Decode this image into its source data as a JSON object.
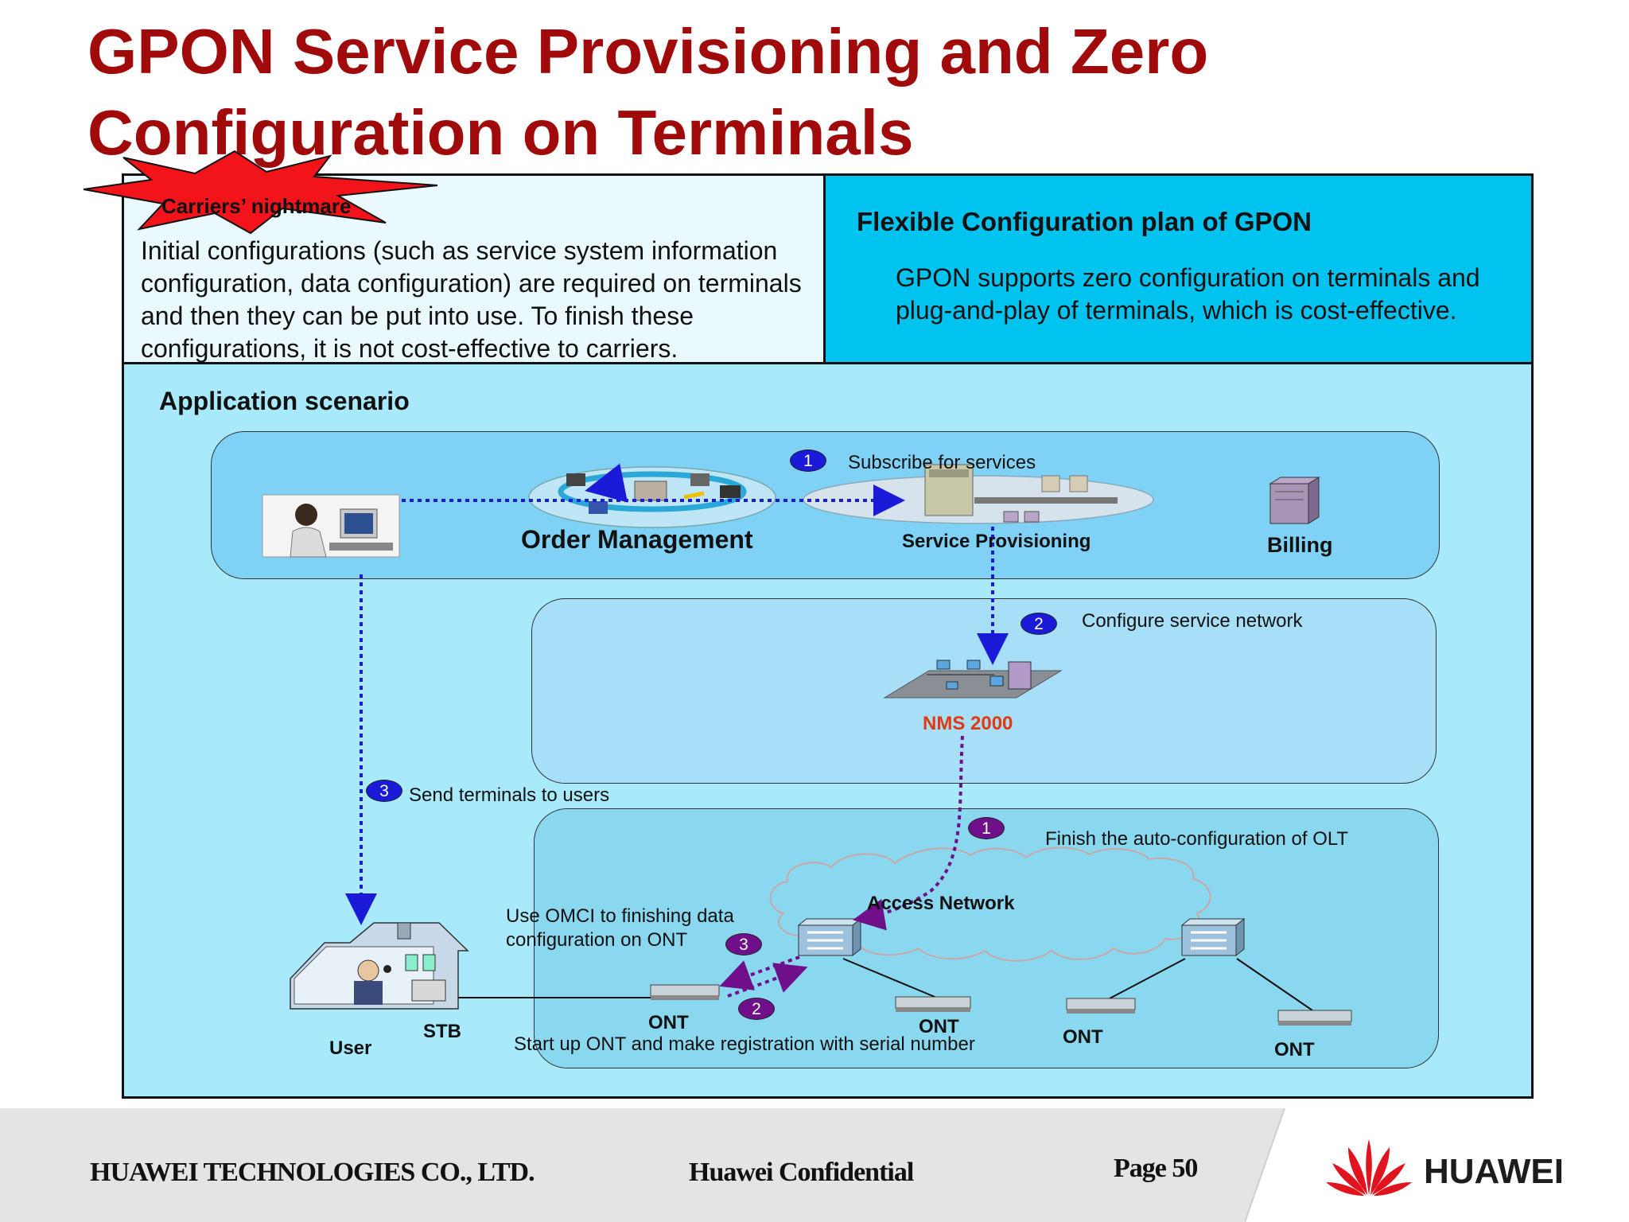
{
  "title": {
    "line1": "GPON Service Provisioning and Zero",
    "line2": "Configuration on Terminals"
  },
  "left_panel": {
    "badge": "Carriers’ nightmare",
    "text": "Initial configurations (such as service system information configuration, data configuration)  are required on terminals and then they can be put into use. To finish these configurations, it is not cost-effective to carriers."
  },
  "right_panel": {
    "heading": "Flexible Configuration plan of GPON",
    "text": "GPON supports zero configuration on terminals and plug-and-play of terminals, which is cost-effective."
  },
  "scenario": {
    "heading": "Application scenario",
    "order_management": "Order Management",
    "service_provisioning": "Service Provisioning",
    "billing": "Billing",
    "nms": "NMS  2000",
    "access_network": "Access Network",
    "user": "User",
    "stb": "STB",
    "ont": "ONT",
    "steps": {
      "subscribe": {
        "num": "1",
        "text": "Subscribe for services"
      },
      "configure": {
        "num": "2",
        "text": "Configure service network"
      },
      "send": {
        "num": "3",
        "text": "Send terminals to users"
      },
      "olt": {
        "num": "1",
        "text": "Finish the auto-configuration of OLT"
      },
      "startup": {
        "num": "2",
        "text": "Start up ONT and make registration with serial number"
      },
      "omci": {
        "num": "3",
        "text_line1": "Use OMCI to finishing data",
        "text_line2": "configuration on ONT"
      }
    }
  },
  "footer": {
    "company": "HUAWEI TECHNOLOGIES CO., LTD.",
    "confidential": "Huawei Confidential",
    "page": "Page  50",
    "logo": "HUAWEI"
  },
  "colors": {
    "title": "#a10a0a",
    "right_panel_bg": "#00c3f0",
    "scenario_bg": "#a8eafc",
    "blue_arrow": "#1a1ad8",
    "purple_arrow": "#6f0f8a",
    "nms_label": "#e03a10",
    "logo_red": "#e0141f"
  }
}
